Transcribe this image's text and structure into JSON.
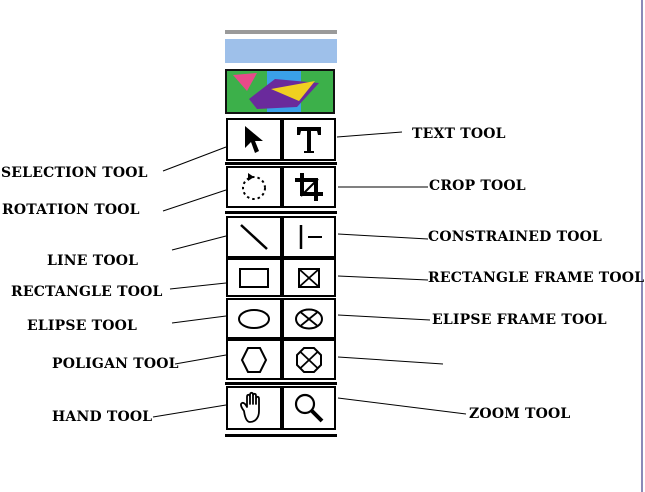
{
  "labels": {
    "selection": "SELECTION TOOL",
    "text": "TEXT TOOL",
    "rotation": "ROTATION TOOL",
    "crop": "CROP TOOL",
    "line": "LINE TOOL",
    "constrained": "CONSTRAINED TOOL",
    "rectangle": "RECTANGLE TOOL",
    "rectangle_frame": "RECTANGLE FRAME TOOL",
    "elipse": "ELIPSE TOOL",
    "elipse_frame": "ELIPSE FRAME TOOL",
    "poligan": "POLIGAN TOOL",
    "hand": "HAND TOOL",
    "zoom": "ZOOM TOOL"
  },
  "icons": {
    "selection": "arrow-pointer-icon",
    "text": "letter-t-icon",
    "rotation": "dotted-rotate-icon",
    "crop": "crop-icon",
    "line": "diagonal-line-icon",
    "constrained": "constrained-line-icon",
    "rectangle": "rectangle-icon",
    "rectangle_frame": "rectangle-frame-icon",
    "elipse": "ellipse-icon",
    "elipse_frame": "ellipse-frame-icon",
    "polygon": "hexagon-icon",
    "polygon_frame": "polygon-frame-icon",
    "hand": "hand-icon",
    "zoom": "magnifier-icon"
  },
  "colors": {
    "header": "#9ec0ea",
    "preview_sky": "#3aa0e8",
    "preview_green": "#3cb04a",
    "preview_purple": "#6a2a9c",
    "preview_yellow": "#f0d020"
  }
}
